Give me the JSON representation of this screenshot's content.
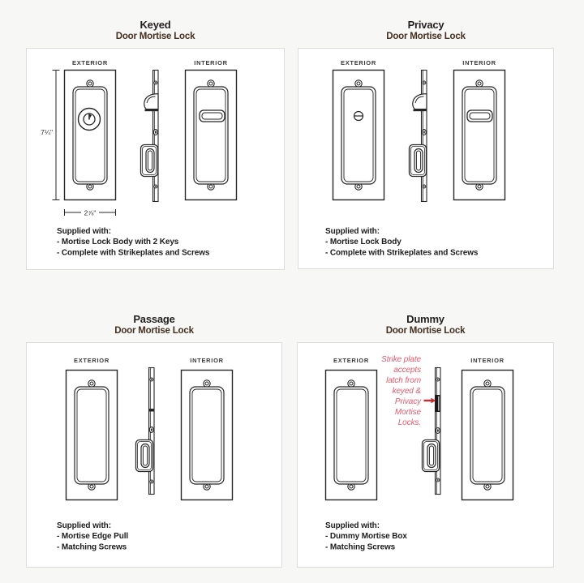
{
  "page": {
    "background_color": "#f7f7f6",
    "ink_color": "#262626",
    "subtitle_color": "#45301f",
    "annotation_color": "#e55a6e",
    "arrow_color": "#d6252d"
  },
  "sections": {
    "keyed": {
      "title": "Keyed",
      "subtitle": "Door Mortise Lock",
      "exterior_label": "EXTERIOR",
      "interior_label": "INTERIOR",
      "height_dimension": "7¼\"",
      "width_dimension": "2⅞\"",
      "supplied": {
        "heading": "Supplied with:",
        "items": [
          "- Mortise Lock Body with 2 Keys",
          "- Complete with Strikeplates and Screws"
        ]
      }
    },
    "privacy": {
      "title": "Privacy",
      "subtitle": "Door Mortise Lock",
      "exterior_label": "EXTERIOR",
      "interior_label": "INTERIOR",
      "supplied": {
        "heading": "Supplied with:",
        "items": [
          "- Mortise Lock Body",
          "- Complete with Strikeplates and Screws"
        ]
      }
    },
    "passage": {
      "title": "Passage",
      "subtitle": "Door Mortise Lock",
      "exterior_label": "EXTERIOR",
      "interior_label": "INTERIOR",
      "supplied": {
        "heading": "Supplied with:",
        "items": [
          "- Mortise Edge Pull",
          "- Matching Screws"
        ]
      }
    },
    "dummy": {
      "title": "Dummy",
      "subtitle": "Door Mortise Lock",
      "exterior_label": "EXTERIOR",
      "interior_label": "INTERIOR",
      "annotation": [
        "Strike plate",
        "accepts",
        "latch from",
        "keyed &",
        "Privacy",
        "Mortise",
        "Locks."
      ],
      "supplied": {
        "heading": "Supplied with:",
        "items": [
          "- Dummy Mortise Box",
          "- Matching Screws"
        ]
      }
    }
  }
}
